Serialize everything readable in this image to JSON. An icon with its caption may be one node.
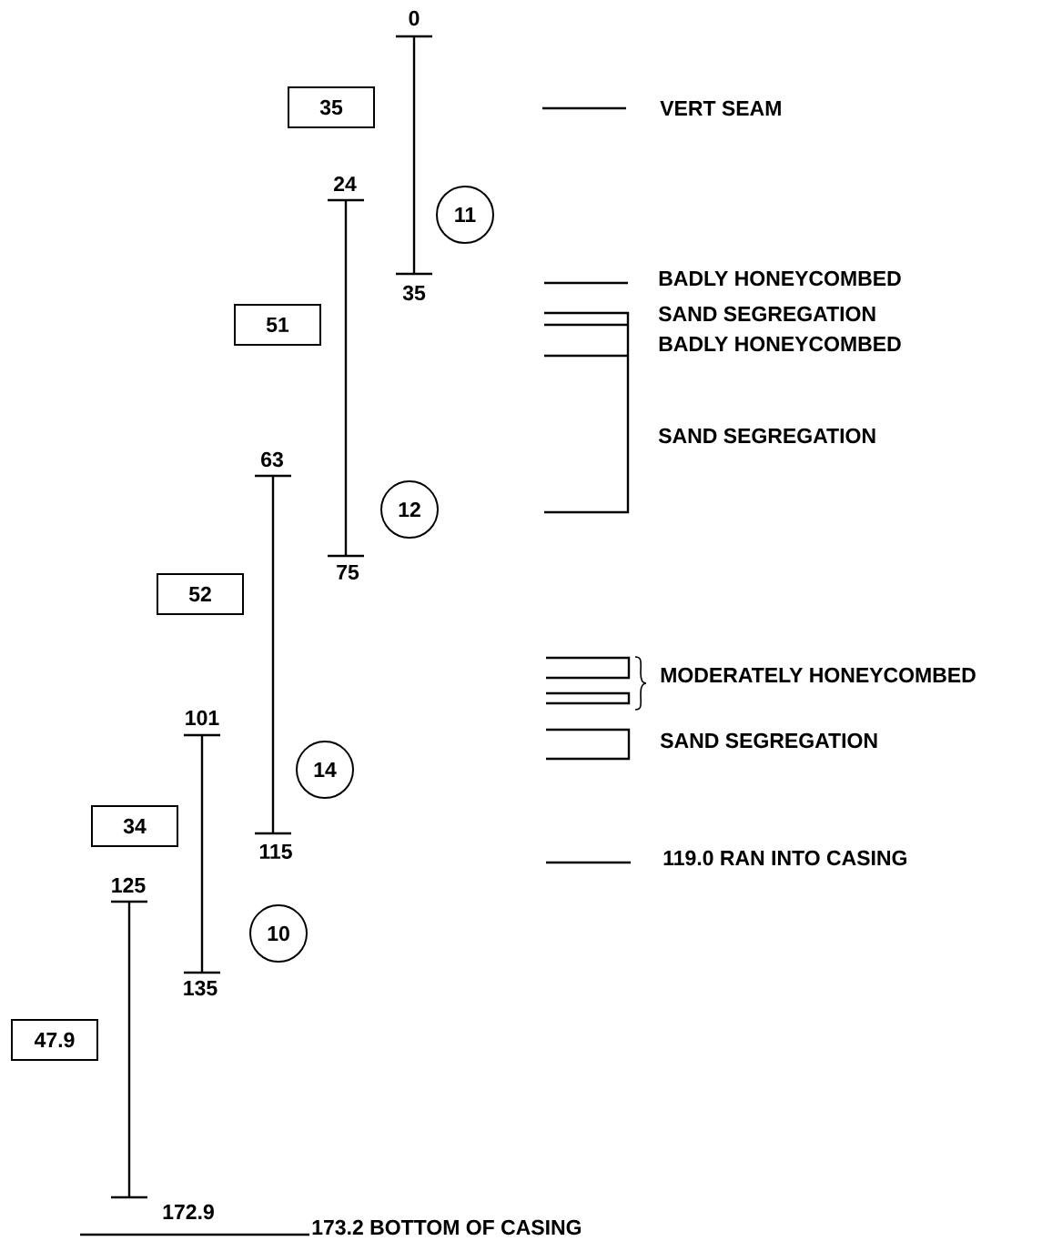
{
  "diagram": {
    "nodes": [
      {
        "text": [
          "35"
        ]
      },
      {
        "text": [
          "11"
        ]
      },
      {
        "text": [
          "51"
        ]
      },
      {
        "text": [
          "12"
        ]
      },
      {
        "text": [
          "52"
        ]
      },
      {
        "text": [
          "14"
        ]
      },
      {
        "text": [
          "34"
        ]
      },
      {
        "text": [
          "10"
        ]
      },
      {
        "text": [
          "47.9"
        ]
      }
    ],
    "labels": [
      "0",
      "VERT SEAM",
      "24",
      "35",
      "BADLY HONEYCOMBED",
      "SAND SEGREGATION",
      "BADLY HONEYCOMBED",
      "SAND SEGREGATION",
      "63",
      "75",
      "MODERATELY HONEYCOMBED",
      "101",
      "SAND SEGREGATION",
      "115",
      "119.0  RAN INTO CASING",
      "125",
      "135",
      "172.9",
      "173.2  BOTTOM OF CASING"
    ]
  }
}
